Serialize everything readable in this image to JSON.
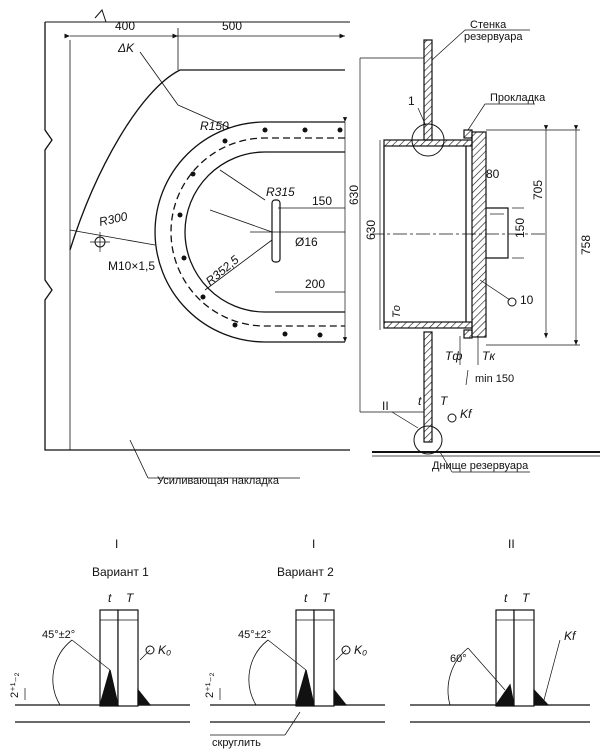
{
  "plan": {
    "dim_400": "400",
    "dim_500": "500",
    "delta_k": "ΔK",
    "r150": "R150",
    "r300": "R300",
    "bolt": "M10×1,5",
    "r315": "R315",
    "dim_150": "150",
    "diam16": "Ø16",
    "r352": "R352,5",
    "dim_200": "200",
    "dim_630": "630",
    "reinforcing_plate": "Усиливающая накладка"
  },
  "section": {
    "tank_wall": "Стенка\nрезервуара",
    "gasket": "Прокладка",
    "mark_1": "1",
    "dim_630": "630",
    "dim_80": "80",
    "dim_705": "705",
    "dim_758": "758",
    "dim_150": "150",
    "weld_10": "10",
    "t_o": "Tо",
    "t_f": "Tф",
    "t_k": "Tк",
    "min150": "min 150",
    "mark_2": "II",
    "t_small": "t",
    "t_big": "T",
    "delta_kf": "Kf",
    "tank_bottom": "Днище резервуара"
  },
  "details": [
    {
      "roman": "I",
      "caption": "Вариант 1",
      "angle": "45°±2°",
      "gap": "2⁺¹₋₂",
      "t": "t",
      "T": "T",
      "weld": "K₀",
      "note": ""
    },
    {
      "roman": "I",
      "caption": "Вариант 2",
      "angle": "45°±2°",
      "gap": "2⁺¹₋₂",
      "t": "t",
      "T": "T",
      "weld": "K₀",
      "note": "скруглить"
    },
    {
      "roman": "II",
      "caption": "",
      "angle": "60°",
      "gap": "",
      "t": "t",
      "T": "T",
      "weld": "Kf",
      "note": ""
    }
  ]
}
